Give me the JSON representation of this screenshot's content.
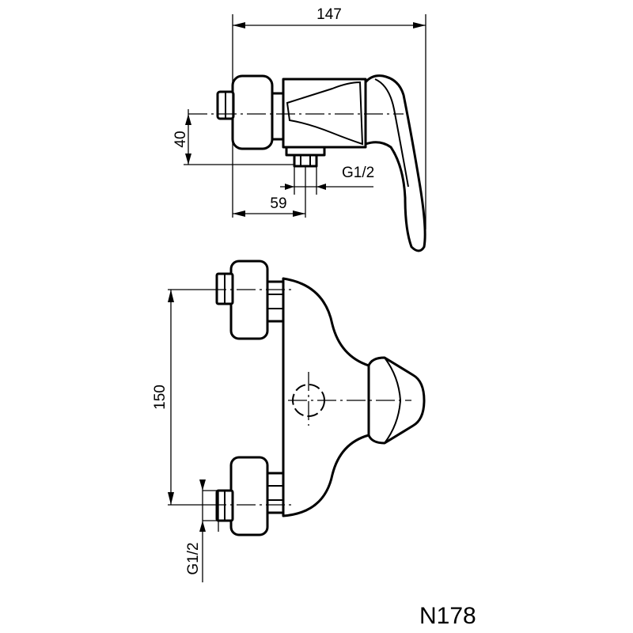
{
  "model_code": "N178",
  "dimensions": {
    "overall_depth": "147",
    "outlet_offset": "40",
    "outlet_distance": "59",
    "outlet_thread": "G1/2",
    "inlet_spacing": "150",
    "inlet_thread": "G1/2"
  },
  "colors": {
    "line": "#000000",
    "background": "#ffffff"
  }
}
